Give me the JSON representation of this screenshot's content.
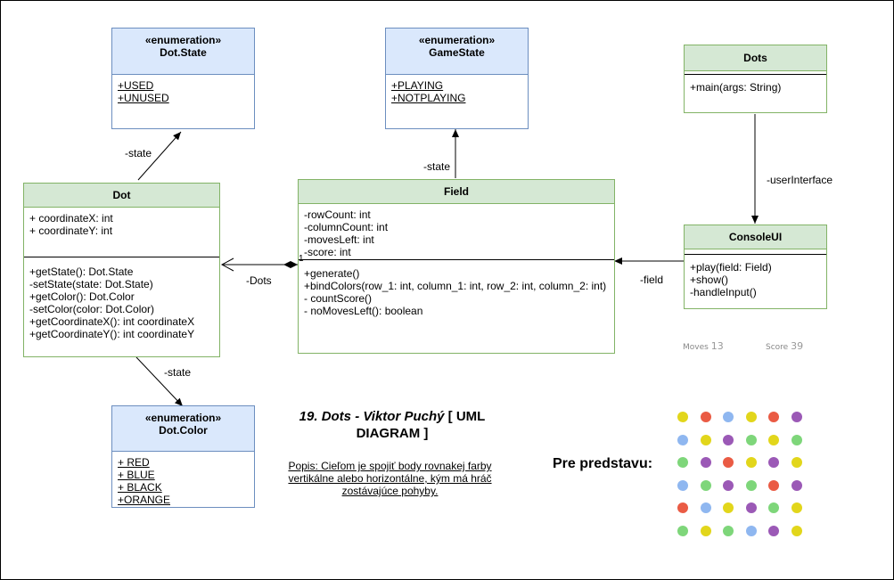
{
  "colors": {
    "class_fill": "#d5e8d4",
    "class_stroke": "#82b366",
    "enum_fill": "#dae8fc",
    "enum_stroke": "#6c8ebf",
    "dot_yellow": "#e2d61b",
    "dot_red": "#ea5b44",
    "dot_blue": "#8fb7f0",
    "dot_purple": "#9b59b6",
    "dot_green": "#7ed67a"
  },
  "enums": {
    "dot_state": {
      "stereotype": "«enumeration»",
      "name": "Dot.State",
      "values": [
        "+USED",
        "+UNUSED"
      ]
    },
    "game_state": {
      "stereotype": "«enumeration»",
      "name": "GameState",
      "values": [
        "+PLAYING",
        "+NOTPLAYING"
      ]
    },
    "dot_color": {
      "stereotype": "«enumeration»",
      "name": "Dot.Color",
      "values": [
        "+ RED",
        "+ BLUE",
        "+ BLACK",
        "+ORANGE"
      ]
    }
  },
  "classes": {
    "dots": {
      "name": "Dots",
      "methods": [
        "+main(args: String)"
      ]
    },
    "dot": {
      "name": "Dot",
      "attributes": [
        "+ coordinateX: int",
        "+ coordinateY: int"
      ],
      "methods": [
        "+getState(): Dot.State",
        "-setState(state: Dot.State)",
        "+getColor(): Dot.Color",
        "-setColor(color: Dot.Color)",
        "+getCoordinateX(): int coordinateX",
        "+getCoordinateY(): int coordinateY"
      ]
    },
    "field": {
      "name": "Field",
      "attributes": [
        "-rowCount: int",
        "-columnCount: int",
        "-movesLeft: int",
        "-score: int"
      ],
      "methods": [
        "+generate()",
        "+bindColors(row_1: int, column_1: int, row_2: int, column_2: int)",
        "- countScore()",
        "- noMovesLeft(): boolean"
      ]
    },
    "console_ui": {
      "name": "ConsoleUI",
      "methods": [
        "+play(field: Field)",
        "+show()",
        "-handleInput()"
      ]
    }
  },
  "relations": {
    "dot_state_label": "-state",
    "game_state_label": "-state",
    "user_interface_label": "-userInterface",
    "field_label": "-field",
    "dots_label": "-Dots",
    "multiplicity": "1",
    "dot_color_label": "-state"
  },
  "caption": {
    "title_italic": "19. Dots - Viktor Puchý",
    "title_rest": " [ UML DIAGRAM ]",
    "description": "Popis: Cieľom je spojiť body rovnakej farby vertikálne alebo horizontálne, kým má hráč zostávajúce pohyby.",
    "preview_label": "Pre predstavu:"
  },
  "preview": {
    "moves_label": "Moves",
    "moves_value": "13",
    "score_label": "Score",
    "score_value": "39",
    "grid": [
      [
        "yellow",
        "red",
        "blue",
        "yellow",
        "red",
        "purple"
      ],
      [
        "blue",
        "yellow",
        "purple",
        "green",
        "yellow",
        "green"
      ],
      [
        "green",
        "purple",
        "red",
        "yellow",
        "purple",
        "yellow"
      ],
      [
        "blue",
        "green",
        "purple",
        "green",
        "red",
        "purple"
      ],
      [
        "red",
        "blue",
        "yellow",
        "purple",
        "green",
        "yellow"
      ],
      [
        "green",
        "yellow",
        "green",
        "blue",
        "purple",
        "yellow"
      ]
    ]
  }
}
